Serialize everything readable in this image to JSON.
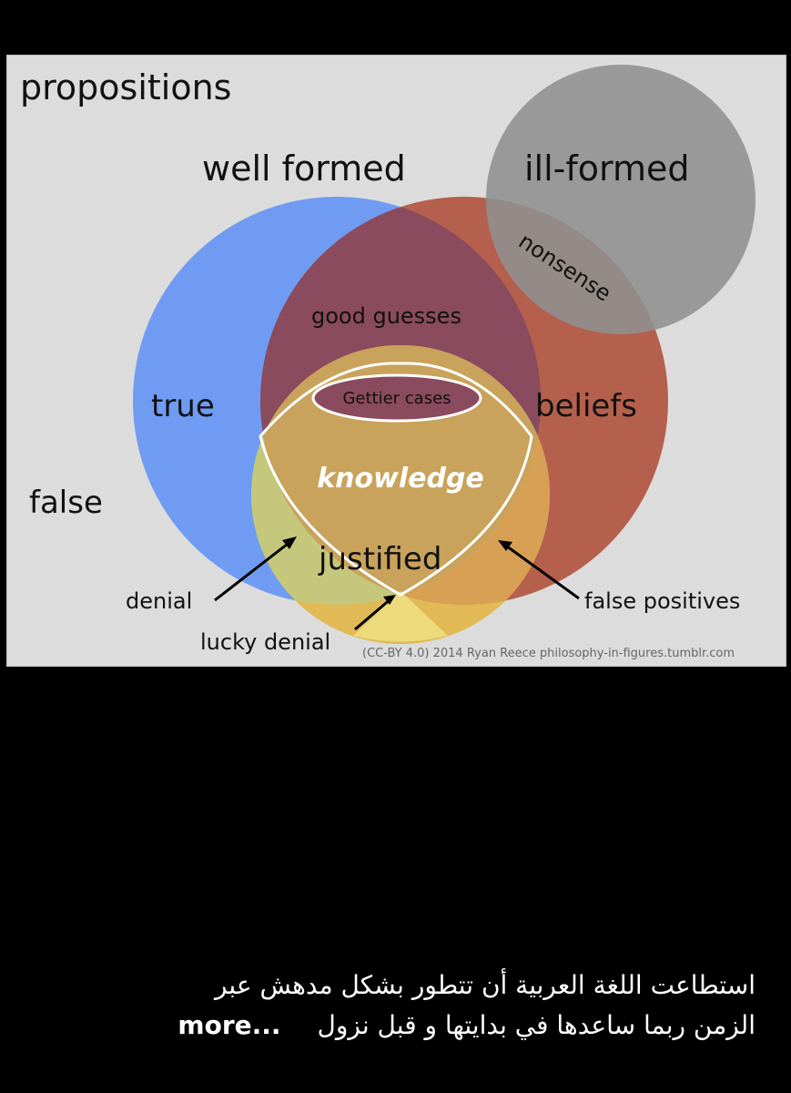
{
  "diagram": {
    "labels": {
      "propositions": "propositions",
      "well_formed": "well formed",
      "ill_formed": "ill-formed",
      "nonsense": "nonsense",
      "good_guesses": "good guesses",
      "true": "true",
      "gettier_cases": "Gettier cases",
      "beliefs": "beliefs",
      "knowledge": "knowledge",
      "false": "false",
      "justified": "justified",
      "denial": "denial",
      "false_positives": "false positives",
      "lucky_denial": "lucky denial",
      "credit": "(CC-BY 4.0)  2014 Ryan Reece  philosophy-in-figures.tumblr.com"
    },
    "colors": {
      "background": "#dcdcdc",
      "true_circle": "#6f9cf2",
      "beliefs_circle": "#b5604c",
      "overlap_true_beliefs": "#8a4b5e",
      "justified_circle": "#e0b64d",
      "knowledge_region": "#c9a35b",
      "ill_formed_circle": "#8f8f8f",
      "gettier_ellipse": "#8a4b5e"
    }
  },
  "caption": {
    "line1": "استطاعت اللغة العربية أن تتطور بشكل مدهش عبر",
    "line2": "الزمن ربما ساعدها في بدايتها و قبل نزول",
    "more_label": "more..."
  }
}
